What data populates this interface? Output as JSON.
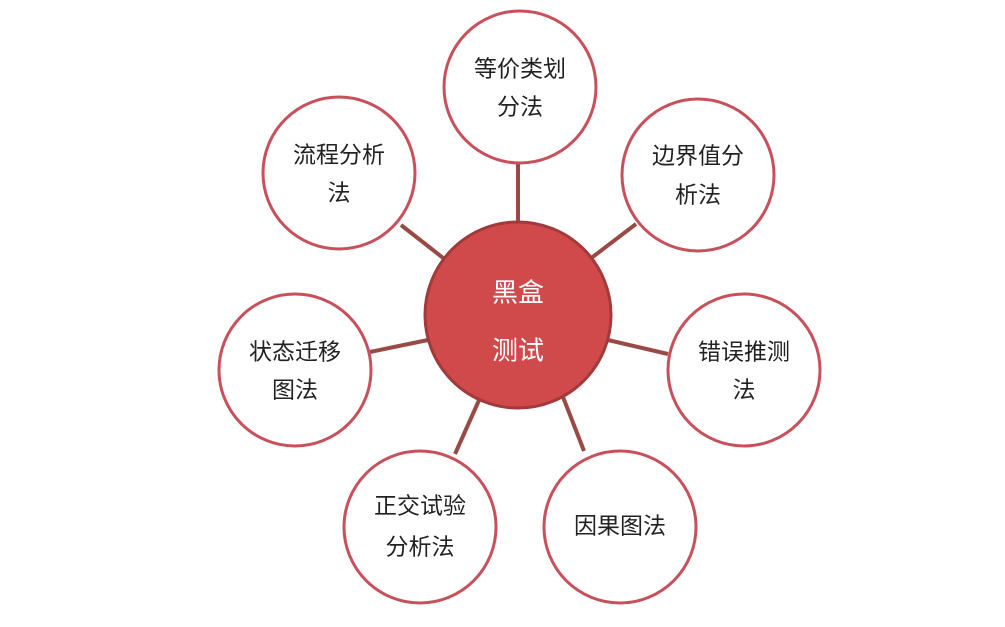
{
  "diagram": {
    "center": {
      "line1": "黑盒",
      "line2": "测试"
    },
    "nodes": [
      {
        "id": "equivalence",
        "line1": "等价类划",
        "line2": "分法"
      },
      {
        "id": "boundary",
        "line1": "边界值分",
        "line2": "析法"
      },
      {
        "id": "error-guessing",
        "line1": "错误推测",
        "line2": "法"
      },
      {
        "id": "cause-effect",
        "line1": "因果图法",
        "line2": ""
      },
      {
        "id": "orthogonal",
        "line1": "正交试验",
        "line2": "分析法"
      },
      {
        "id": "state-transition",
        "line1": "状态迁移",
        "line2": "图法"
      },
      {
        "id": "flow-analysis",
        "line1": "流程分析",
        "line2": "法"
      }
    ],
    "colors": {
      "center_fill": "#d04a4c",
      "center_stroke": "#a2393b",
      "node_stroke": "#c8505a",
      "connector": "#9a4a45"
    }
  }
}
